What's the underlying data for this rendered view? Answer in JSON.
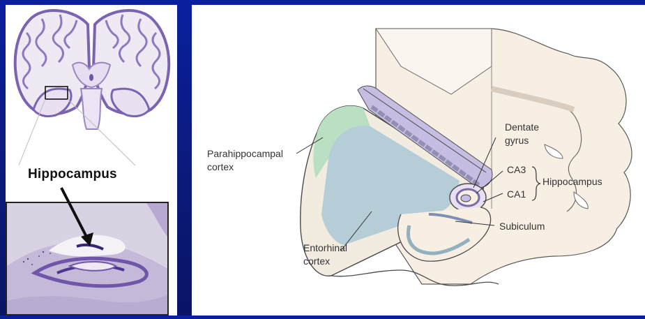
{
  "left_label": "Hippocampus",
  "labels": {
    "parahippocampal_line1": "Parahippocampal",
    "parahippocampal_line2": "cortex",
    "dentate_line1": "Dentate",
    "dentate_line2": "gyrus",
    "ca3": "CA3",
    "ca1": "CA1",
    "hippocampus": "Hippocampus",
    "subiculum": "Subiculum",
    "entorhinal_line1": "Entorhinal",
    "entorhinal_line2": "cortex"
  },
  "colors": {
    "background": "#0b1a7a",
    "stain": "#9b86c4",
    "green": "#b9e0c2",
    "teal": "#b5cdd6",
    "lavender": "#c7bde3",
    "tissue": "#f7efe4"
  }
}
